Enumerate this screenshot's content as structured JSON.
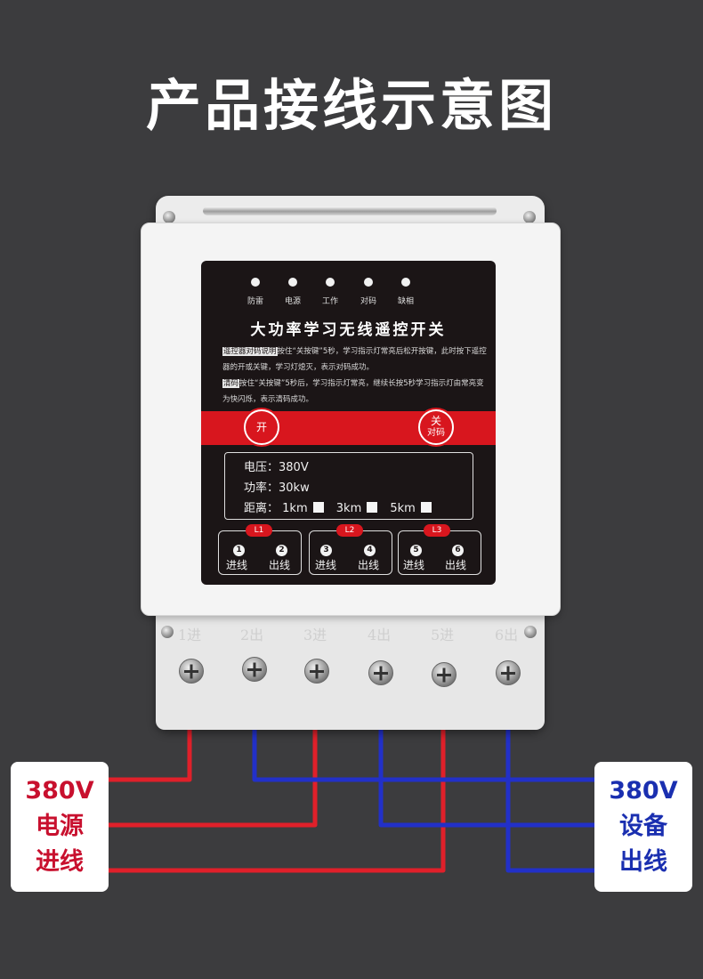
{
  "header": {
    "title": "产品接线示意图"
  },
  "panel": {
    "indicators": [
      "防雷",
      "电源",
      "工作",
      "对码",
      "缺相"
    ],
    "title": "大功率学习无线遥控开关",
    "instructions": [
      {
        "tag": "遥控器对码说明",
        "text": "按住“关按键”5秒，学习指示灯常亮后松开按键，此时按下遥控器的开或关键，学习灯熄灭，表示对码成功。"
      },
      {
        "tag": "清码",
        "text": "按住“关按键”5秒后，学习指示灯常亮，继续长按5秒学习指示灯由常亮变为快闪烁，表示清码成功。"
      }
    ],
    "on_button": "开",
    "off_button_top": "关",
    "off_button_bottom": "对码",
    "voltage": "电压：380V",
    "power": "功率：30kw",
    "distance_label": "距离：",
    "distance_options": [
      "1km",
      "3km",
      "5km"
    ],
    "groups": [
      {
        "tag": "L1",
        "in_num": "1",
        "out_num": "2",
        "in_label": "进线",
        "out_label": "出线"
      },
      {
        "tag": "L2",
        "in_num": "3",
        "out_num": "4",
        "in_label": "进线",
        "out_label": "出线"
      },
      {
        "tag": "L3",
        "in_num": "5",
        "out_num": "6",
        "in_label": "进线",
        "out_label": "出线"
      }
    ]
  },
  "terminals": [
    "1进",
    "2出",
    "3进",
    "4出",
    "5进",
    "6出"
  ],
  "left_box": {
    "line1": "380V",
    "line2": "电源",
    "line3": "进线",
    "color": "#c8102e"
  },
  "right_box": {
    "line1": "380V",
    "line2": "设备",
    "line3": "出线",
    "color": "#1a2fb0"
  },
  "colors": {
    "background": "#3c3c3e",
    "wire_in": "#e0202a",
    "wire_out": "#2230c8",
    "panel": "#1b1516",
    "accent": "#d8161e"
  }
}
